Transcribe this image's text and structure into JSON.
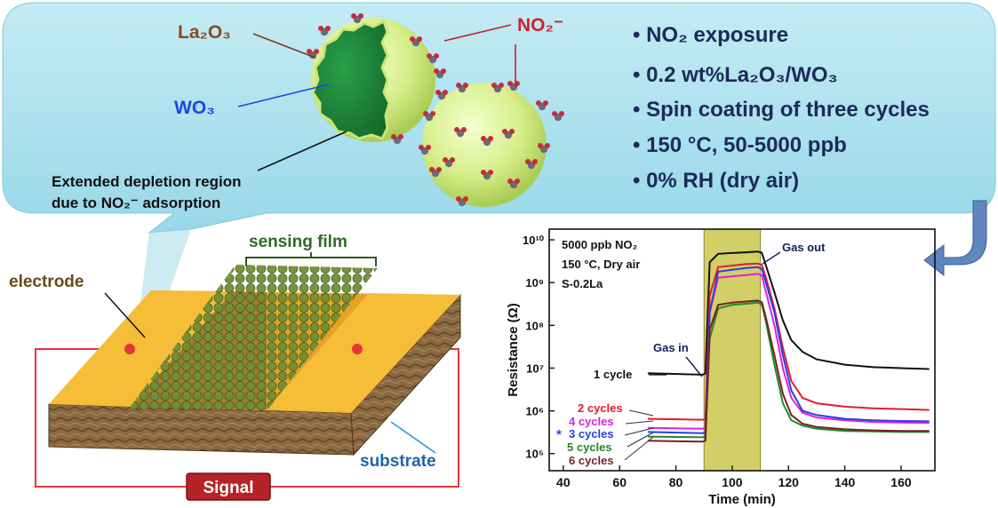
{
  "top_panel": {
    "labels": {
      "la2o3": "La₂O₃",
      "no2_ion": "NO₂⁻",
      "wo3": "WO₃",
      "depletion_line1": "Extended depletion region",
      "depletion_line2": "due to NO₂⁻ adsorption"
    },
    "bullets": [
      "• NO₂ exposure",
      "• 0.2 wt%La₂O₃/WO₃",
      "• Spin coating of three cycles",
      "• 150 °C, 50-5000 ppb",
      "• 0% RH (dry air)"
    ]
  },
  "device": {
    "sensing_film": "sensing film",
    "electrode": "electrode",
    "substrate": "substrate",
    "signal": "Signal"
  },
  "colors": {
    "panel_fill": "#a9e1ef",
    "shell": "#d8ee8a",
    "core": "#1e8a3c",
    "electrode": "#f2b730",
    "substrate": "#8b6a43",
    "gas_window": "#d2cf66",
    "arrow": "#5f86bf"
  },
  "chart_data": {
    "type": "line",
    "xlabel": "Time (min)",
    "ylabel": "Resistance (Ω)",
    "xlim": [
      35,
      172
    ],
    "xticks": [
      40,
      60,
      80,
      100,
      120,
      140,
      160
    ],
    "ylim_log10": [
      4.6,
      10.25
    ],
    "yticks": [
      {
        "exp": 5,
        "label": "10⁵"
      },
      {
        "exp": 6,
        "label": "10⁶"
      },
      {
        "exp": 7,
        "label": "10⁷"
      },
      {
        "exp": 8,
        "label": "10⁸"
      },
      {
        "exp": 9,
        "label": "10⁹"
      },
      {
        "exp": 10,
        "label": "10¹⁰"
      }
    ],
    "gas_window": [
      90,
      110
    ],
    "annotations": {
      "info_line1": "5000 ppb NO₂",
      "info_line2": "150 °C, Dry air",
      "info_line3": "S-0.2La",
      "gas_in": "Gas in",
      "gas_out": "Gas out",
      "star": "*"
    },
    "series": [
      {
        "name": "1 cycle",
        "color": "#111111",
        "x": [
          70,
          89.5,
          90.5,
          92,
          95,
          100,
          105,
          109,
          110.5,
          112,
          115,
          118,
          121,
          125,
          130,
          140,
          150,
          160,
          170
        ],
        "y": [
          7600000.0,
          7000000.0,
          7500000.0,
          3000000000.0,
          4700000000.0,
          4900000000.0,
          5100000000.0,
          5300000000.0,
          5000000000.0,
          2500000000.0,
          600000000.0,
          130000000.0,
          45000000.0,
          24000000.0,
          16000000.0,
          12000000.0,
          10500000.0,
          10000000.0,
          9500000.0
        ]
      },
      {
        "name": "2 cycles",
        "color": "#e8192c",
        "x": [
          70,
          89.5,
          90.5,
          92,
          95,
          100,
          105,
          109,
          110.5,
          112,
          115,
          118,
          121,
          125,
          130,
          140,
          150,
          160,
          170
        ],
        "y": [
          650000.0,
          620000.0,
          650000.0,
          500000000.0,
          2300000000.0,
          2500000000.0,
          2700000000.0,
          2800000000.0,
          2600000000.0,
          1300000000.0,
          250000000.0,
          30000000.0,
          5000000.0,
          2000000.0,
          1500000.0,
          1250000.0,
          1150000.0,
          1100000.0,
          1050000.0
        ]
      },
      {
        "name": "4 cycles",
        "color": "#e020d8",
        "x": [
          70,
          89.5,
          90.5,
          92,
          95,
          100,
          105,
          109,
          110.5,
          112,
          115,
          118,
          121,
          125,
          130,
          140,
          150,
          160,
          170
        ],
        "y": [
          400000.0,
          380000.0,
          400000.0,
          200000000.0,
          1300000000.0,
          1400000000.0,
          1500000000.0,
          1600000000.0,
          1500000000.0,
          600000000.0,
          100000000.0,
          10000000.0,
          2000000.0,
          900000.0,
          700000.0,
          600000.0,
          550000.0,
          530000.0,
          520000.0
        ]
      },
      {
        "name": "3 cycles",
        "color": "#2b3ee6",
        "x": [
          70,
          89.5,
          90.5,
          92,
          95,
          100,
          105,
          109,
          110.5,
          112,
          115,
          118,
          121,
          125,
          130,
          140,
          150,
          160,
          170
        ],
        "y": [
          320000.0,
          300000.0,
          320000.0,
          200000000.0,
          1800000000.0,
          2000000000.0,
          2200000000.0,
          2300000000.0,
          2100000000.0,
          1000000000.0,
          200000000.0,
          20000000.0,
          3000000.0,
          1000000.0,
          800000.0,
          650000.0,
          600000.0,
          580000.0,
          570000.0
        ]
      },
      {
        "name": "5 cycles",
        "color": "#1d8a2a",
        "x": [
          70,
          89.5,
          90.5,
          92,
          95,
          100,
          105,
          109,
          110.5,
          112,
          115,
          118,
          121,
          125,
          130,
          140,
          150,
          160,
          170
        ],
        "y": [
          250000.0,
          240000.0,
          250000.0,
          50000000.0,
          250000000.0,
          300000000.0,
          320000000.0,
          340000000.0,
          310000000.0,
          120000000.0,
          12000000.0,
          1500000.0,
          600000.0,
          450000.0,
          380000.0,
          340000.0,
          330000.0,
          320000.0,
          320000.0
        ]
      },
      {
        "name": "6 cycles",
        "color": "#7a1f24",
        "x": [
          70,
          89.5,
          90.5,
          92,
          95,
          100,
          105,
          109,
          110.5,
          112,
          115,
          118,
          121,
          125,
          130,
          140,
          150,
          160,
          170
        ],
        "y": [
          200000.0,
          190000.0,
          200000.0,
          80000000.0,
          300000000.0,
          340000000.0,
          360000000.0,
          380000000.0,
          350000000.0,
          150000000.0,
          20000000.0,
          2500000.0,
          800000.0,
          500000.0,
          420000.0,
          370000.0,
          350000.0,
          340000.0,
          340000.0
        ]
      }
    ]
  }
}
